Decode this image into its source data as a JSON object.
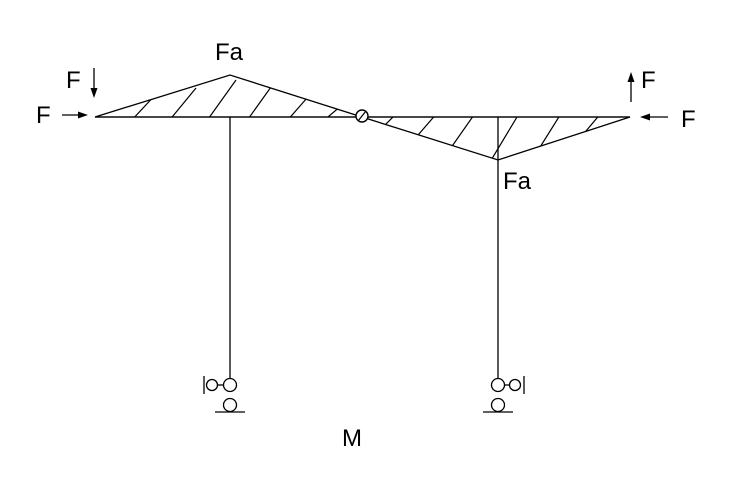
{
  "labels": {
    "force_left_vertical": "F",
    "force_left_horizontal": "F",
    "force_right_vertical": "F",
    "force_right_horizontal": "F",
    "peak_left": "Fa",
    "peak_right": "Fa",
    "diagram_caption": "M"
  },
  "colors": {
    "line": "#000000",
    "background": "#ffffff"
  }
}
